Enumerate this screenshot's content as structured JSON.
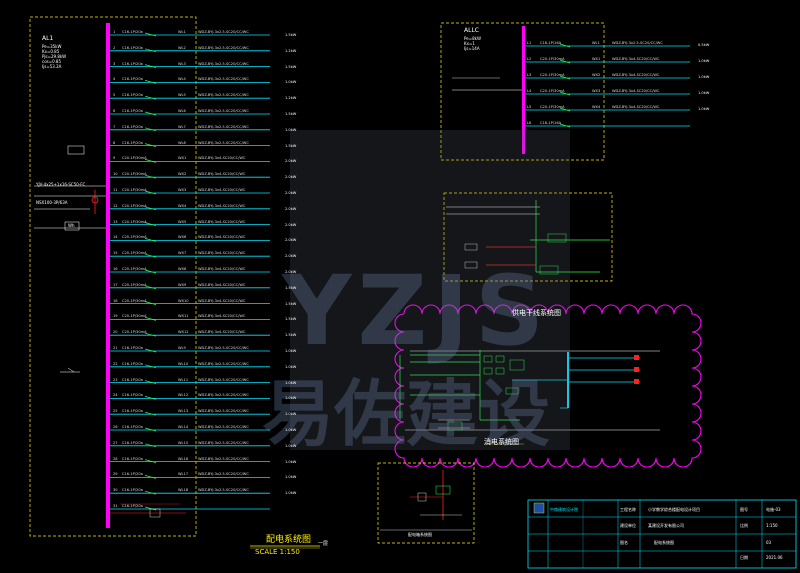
{
  "panels": {
    "left_id": "AL1",
    "right_id": "ALLC",
    "left_params": [
      "Pe=35kW",
      "Kx=0.85",
      "Pjs=29.8kW",
      "cos=0.85",
      "Ijs=53.2A"
    ],
    "right_params": [
      "Pe=8kW",
      "Kx=1",
      "Ijs=14A"
    ]
  },
  "circuits": {
    "left": [
      {
        "no": "1",
        "breaker": "C16-1P/20a",
        "code": "WL1",
        "cable": "WDZ-BYJ-3x2.5-SC20/CC/WC",
        "load": "1.5kW"
      },
      {
        "no": "2",
        "breaker": "C16-1P/20a",
        "code": "WL2",
        "cable": "WDZ-BYJ-3x2.5-SC20/CC/WC",
        "load": "1.2kW"
      },
      {
        "no": "3",
        "breaker": "C16-1P/20a",
        "code": "WL3",
        "cable": "WDZ-BYJ-3x2.5-SC20/CC/WC",
        "load": "1.5kW"
      },
      {
        "no": "4",
        "breaker": "C16-1P/20a",
        "code": "WL4",
        "cable": "WDZ-BYJ-3x2.5-SC20/CC/WC",
        "load": "1.0kW"
      },
      {
        "no": "5",
        "breaker": "C16-1P/20a",
        "code": "WL5",
        "cable": "WDZ-BYJ-3x2.5-SC20/CC/WC",
        "load": "1.2kW"
      },
      {
        "no": "6",
        "breaker": "C16-1P/20a",
        "code": "WL6",
        "cable": "WDZ-BYJ-3x2.5-SC20/CC/WC",
        "load": "1.5kW"
      },
      {
        "no": "7",
        "breaker": "C16-1P/20a",
        "code": "WL7",
        "cable": "WDZ-BYJ-3x2.5-SC20/CC/WC",
        "load": "1.0kW"
      },
      {
        "no": "8",
        "breaker": "C16-1P/20a",
        "code": "WL8",
        "cable": "WDZ-BYJ-3x2.5-SC20/CC/WC",
        "load": "1.5kW"
      },
      {
        "no": "9",
        "breaker": "C20-1P/30mA",
        "code": "WX1",
        "cable": "WDZ-BYJ-3x4-SC20/CC/WC",
        "load": "2.0kW"
      },
      {
        "no": "10",
        "breaker": "C20-1P/30mA",
        "code": "WX2",
        "cable": "WDZ-BYJ-3x4-SC20/CC/WC",
        "load": "2.0kW"
      },
      {
        "no": "11",
        "breaker": "C20-1P/30mA",
        "code": "WX3",
        "cable": "WDZ-BYJ-3x4-SC20/CC/WC",
        "load": "2.0kW"
      },
      {
        "no": "12",
        "breaker": "C20-1P/30mA",
        "code": "WX4",
        "cable": "WDZ-BYJ-3x4-SC20/CC/WC",
        "load": "2.0kW"
      },
      {
        "no": "13",
        "breaker": "C20-1P/30mA",
        "code": "WX5",
        "cable": "WDZ-BYJ-3x4-SC20/CC/WC",
        "load": "2.0kW"
      },
      {
        "no": "14",
        "breaker": "C20-1P/30mA",
        "code": "WX6",
        "cable": "WDZ-BYJ-3x4-SC20/CC/WC",
        "load": "2.0kW"
      },
      {
        "no": "15",
        "breaker": "C20-1P/30mA",
        "code": "WX7",
        "cable": "WDZ-BYJ-3x4-SC20/CC/WC",
        "load": "2.0kW"
      },
      {
        "no": "16",
        "breaker": "C20-1P/30mA",
        "code": "WX8",
        "cable": "WDZ-BYJ-3x4-SC20/CC/WC",
        "load": "2.0kW"
      },
      {
        "no": "17",
        "breaker": "C20-1P/30mA",
        "code": "WX9",
        "cable": "WDZ-BYJ-3x4-SC20/CC/WC",
        "load": "1.5kW"
      },
      {
        "no": "18",
        "breaker": "C20-1P/30mA",
        "code": "WX10",
        "cable": "WDZ-BYJ-3x4-SC20/CC/WC",
        "load": "1.5kW"
      },
      {
        "no": "19",
        "breaker": "C20-1P/30mA",
        "code": "WX11",
        "cable": "WDZ-BYJ-3x4-SC20/CC/WC",
        "load": "1.5kW"
      },
      {
        "no": "20",
        "breaker": "C20-1P/30mA",
        "code": "WX12",
        "cable": "WDZ-BYJ-3x4-SC20/CC/WC",
        "load": "1.5kW"
      },
      {
        "no": "21",
        "breaker": "C16-1P/20a",
        "code": "WL9",
        "cable": "WDZ-BYJ-3x2.5-SC20/CC/WC",
        "load": "1.0kW"
      },
      {
        "no": "22",
        "breaker": "C16-1P/20a",
        "code": "WL10",
        "cable": "WDZ-BYJ-3x2.5-SC20/CC/WC",
        "load": "1.0kW"
      },
      {
        "no": "23",
        "breaker": "C16-1P/20a",
        "code": "WL11",
        "cable": "WDZ-BYJ-3x2.5-SC20/CC/WC",
        "load": "1.0kW"
      },
      {
        "no": "24",
        "breaker": "C16-1P/20a",
        "code": "WL12",
        "cable": "WDZ-BYJ-3x2.5-SC20/CC/WC",
        "load": "1.0kW"
      },
      {
        "no": "25",
        "breaker": "C16-1P/20a",
        "code": "WL13",
        "cable": "WDZ-BYJ-3x2.5-SC20/CC/WC",
        "load": "1.0kW"
      },
      {
        "no": "26",
        "breaker": "C16-1P/20a",
        "code": "WL14",
        "cable": "WDZ-BYJ-3x2.5-SC20/CC/WC",
        "load": "1.0kW"
      },
      {
        "no": "27",
        "breaker": "C16-1P/20a",
        "code": "WL15",
        "cable": "WDZ-BYJ-3x2.5-SC20/CC/WC",
        "load": "1.0kW"
      },
      {
        "no": "28",
        "breaker": "C16-1P/20a",
        "code": "WL16",
        "cable": "WDZ-BYJ-3x2.5-SC20/CC/WC",
        "load": "1.0kW"
      },
      {
        "no": "29",
        "breaker": "C16-1P/20a",
        "code": "WL17",
        "cable": "WDZ-BYJ-3x2.5-SC20/CC/WC",
        "load": "1.0kW"
      },
      {
        "no": "30",
        "breaker": "C16-1P/20a",
        "code": "WL18",
        "cable": "WDZ-BYJ-3x2.5-SC20/CC/WC",
        "load": "1.0kW"
      },
      {
        "no": "31",
        "breaker": "C16-1P/20a",
        "code": "",
        "cable": "",
        "load": ""
      }
    ],
    "right": [
      {
        "no": "L1",
        "breaker": "C16-1P/16A",
        "code": "WL1",
        "cable": "WDZ-BYJ-3x2.5-SC20/CC/WC",
        "load": "0.5kW"
      },
      {
        "no": "L2",
        "breaker": "C20-1P/30mA",
        "code": "WX1",
        "cable": "WDZ-BYJ-3x4-SC20/CC/WC",
        "load": "1.0kW"
      },
      {
        "no": "L3",
        "breaker": "C20-1P/30mA",
        "code": "WX2",
        "cable": "WDZ-BYJ-3x4-SC20/CC/WC",
        "load": "1.0kW"
      },
      {
        "no": "L4",
        "breaker": "C20-1P/30mA",
        "code": "WX3",
        "cable": "WDZ-BYJ-3x4-SC20/CC/WC",
        "load": "1.0kW"
      },
      {
        "no": "L5",
        "breaker": "C20-1P/30mA",
        "code": "WX4",
        "cable": "WDZ-BYJ-3x4-SC20/CC/WC",
        "load": "1.0kW"
      },
      {
        "no": "L6",
        "breaker": "C16-1P/16A",
        "code": "",
        "cable": "",
        "load": ""
      }
    ]
  },
  "labels": {
    "main_title": "配电系统图",
    "scale": "SCALE 1:150",
    "scale_note": "一层",
    "fire_title": "供电干线系统图",
    "fire_subtitle": "消电系统图",
    "small_title": "配电箱系统图",
    "incoming": "YJV-4x25+1x16-SC50-FC",
    "main_breaker": "NSX100-3P/63A",
    "meter": "Wh"
  },
  "title_block": {
    "company": "中赫建筑设计院",
    "project": "小学教学综合楼配电设计项目",
    "client": "某建设开发有限公司",
    "drawing": "配电系统图",
    "drawing_no": "电施-03",
    "date": "2021.06",
    "scale": "1:150",
    "sheet": "03",
    "labels": [
      "工程名称",
      "建设单位",
      "图名",
      "图号",
      "比例",
      "日期"
    ]
  },
  "watermark": {
    "text1": "YZJS",
    "text2": "易佐建设"
  },
  "colors": {
    "bus": "#ff00ff",
    "cyan": "#00e5ff",
    "yellow": "#ffee00",
    "green": "#22ff44",
    "red": "#ff2020",
    "white": "#ffffff"
  }
}
